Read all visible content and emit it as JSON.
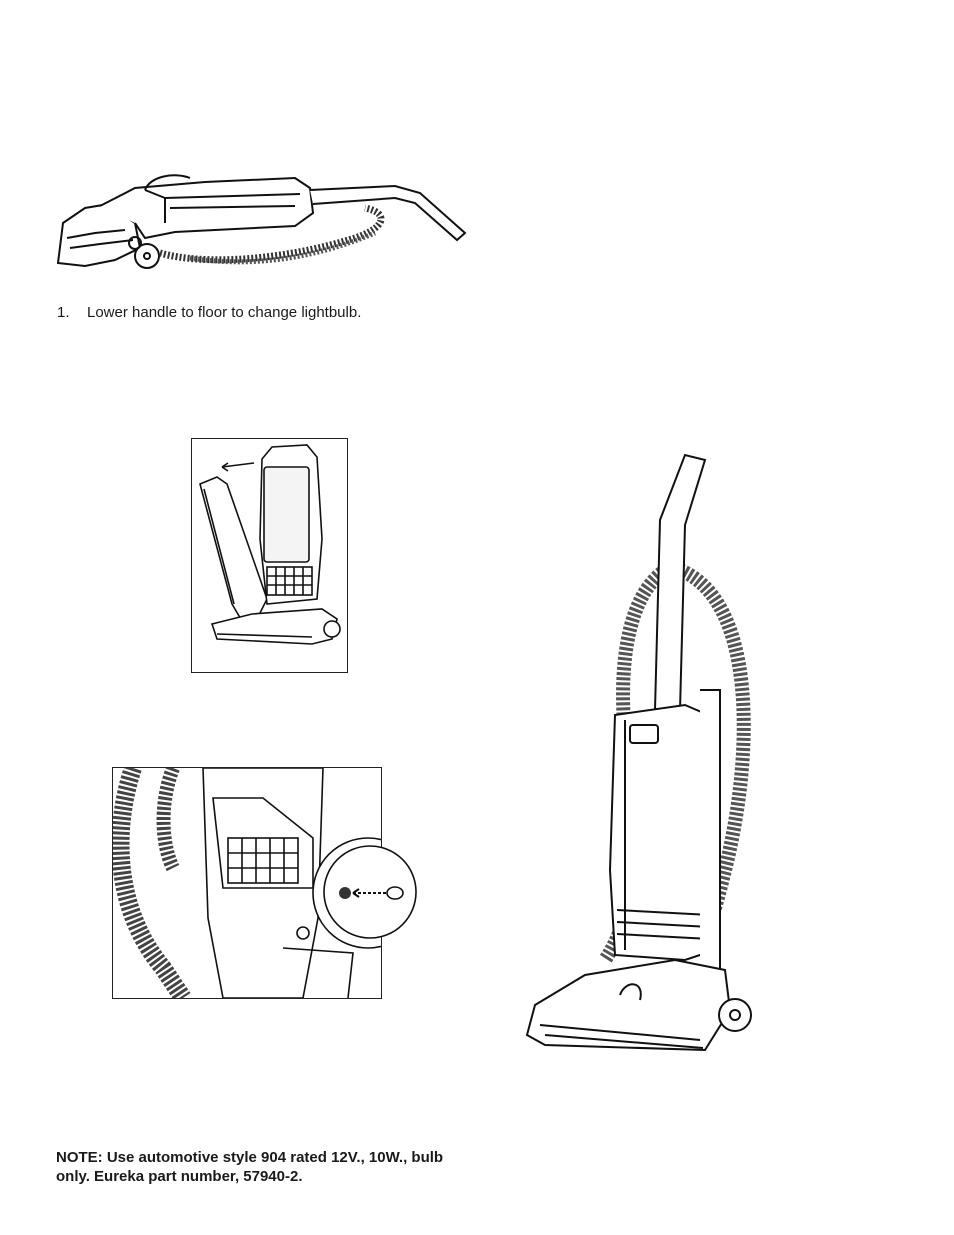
{
  "steps": [
    {
      "number": "1.",
      "text": "Lower handle to floor to change lightbulb."
    }
  ],
  "note": {
    "text": "NOTE: Use automotive style 904 rated 12V., 10W., bulb only. Eureka part number, 57940-2."
  },
  "illustrations": {
    "lowered_vacuum": "vacuum-handle-lowered",
    "hood_open": "vacuum-hood-removed",
    "bulb_closeup": "bulb-socket-closeup",
    "upright_vacuum": "upright-vacuum"
  }
}
